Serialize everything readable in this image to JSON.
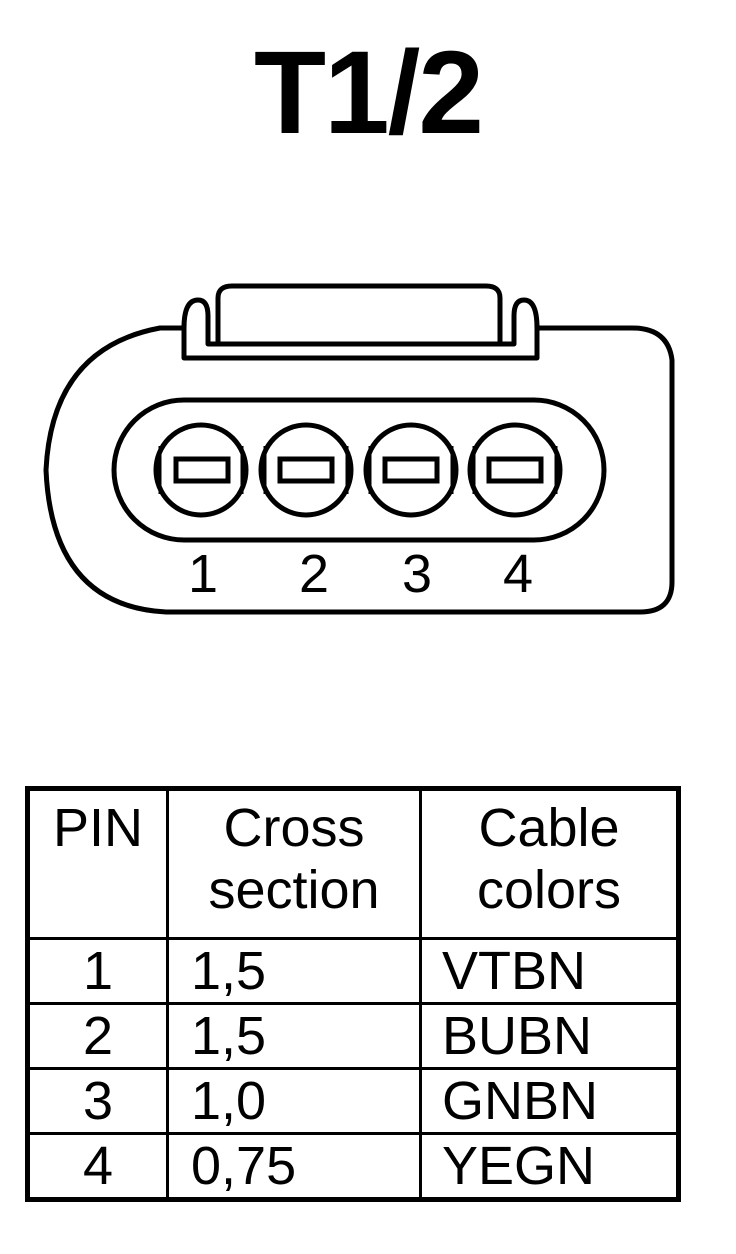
{
  "title": "T1/2",
  "connector": {
    "pin_labels": [
      "1",
      "2",
      "3",
      "4"
    ]
  },
  "table": {
    "headers": {
      "pin": "PIN",
      "cross_section": [
        "Cross",
        "section"
      ],
      "cable_colors": [
        "Cable",
        "colors"
      ]
    },
    "rows": [
      {
        "pin": "1",
        "cross_section": "1,5",
        "color": "VTBN"
      },
      {
        "pin": "2",
        "cross_section": "1,5",
        "color": "BUBN"
      },
      {
        "pin": "3",
        "cross_section": "1,0",
        "color": "GNBN"
      },
      {
        "pin": "4",
        "cross_section": "0,75",
        "color": "YEGN"
      }
    ]
  }
}
